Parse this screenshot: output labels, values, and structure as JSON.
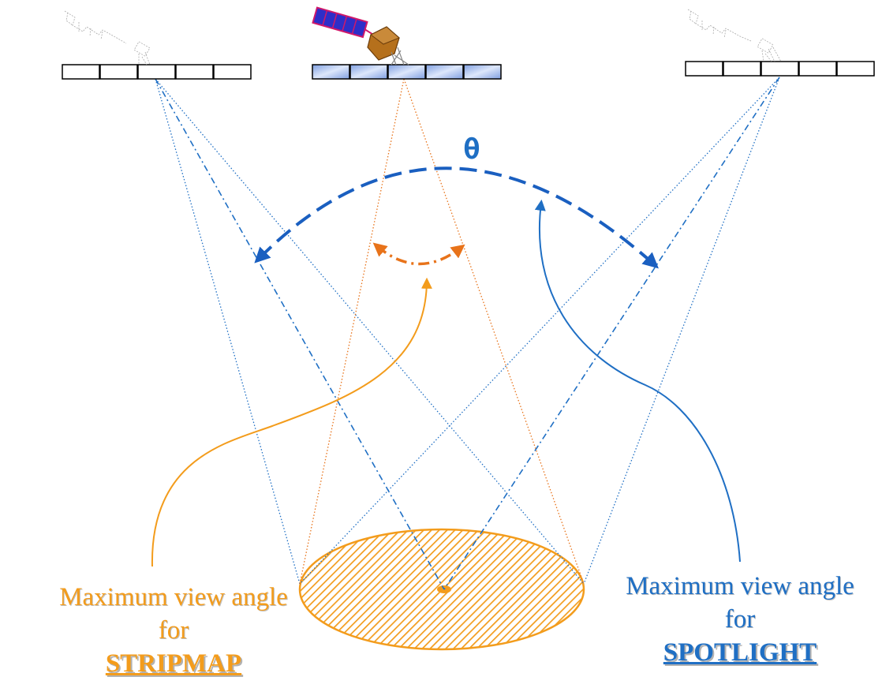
{
  "colors": {
    "stripmap": "#f39c1c",
    "stripmap_dark": "#e8731a",
    "spotlight": "#1f6fc4",
    "spotlight_dark": "#1a5fc0",
    "panel_fill_dark": "#7f9fe0",
    "panel_fill_light": "#dde7fb",
    "satellite_body": "#b5701c",
    "solar_array": "#2e2ec8",
    "solar_frame": "#d0186a",
    "white": "#ffffff",
    "black": "#000000"
  },
  "labels": {
    "theta": "θ",
    "stripmap": {
      "line1": "Maximum view angle",
      "line2": "for",
      "mode": "STRIPMAP"
    },
    "spotlight": {
      "line1": "Maximum view angle",
      "line2": "for",
      "mode": "SPOTLIGHT"
    }
  },
  "icons": {
    "satellite_center": "satellite-icon",
    "satellite_left": "satellite-ghost-icon",
    "satellite_right": "satellite-ghost-icon",
    "footprint": "hatched-ellipse-footprint"
  }
}
